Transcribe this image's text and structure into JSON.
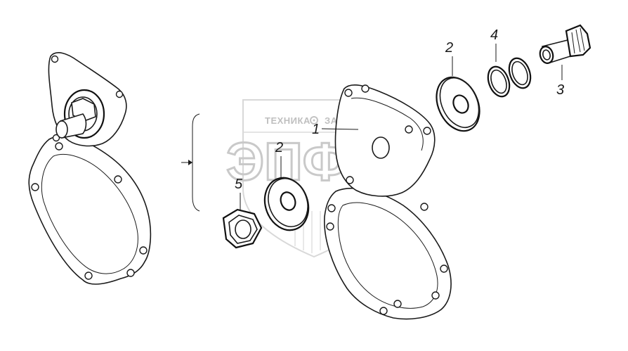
{
  "watermark": {
    "line1_left": "ТЕХНИКА",
    "line1_right": "ЗАПЧАСТИ",
    "logo": "ЭПФ"
  },
  "callouts": [
    {
      "id": "1",
      "label": "1"
    },
    {
      "id": "2a",
      "label": "2"
    },
    {
      "id": "2b",
      "label": "2"
    },
    {
      "id": "3",
      "label": "3"
    },
    {
      "id": "4",
      "label": "4"
    },
    {
      "id": "5",
      "label": "5"
    }
  ]
}
